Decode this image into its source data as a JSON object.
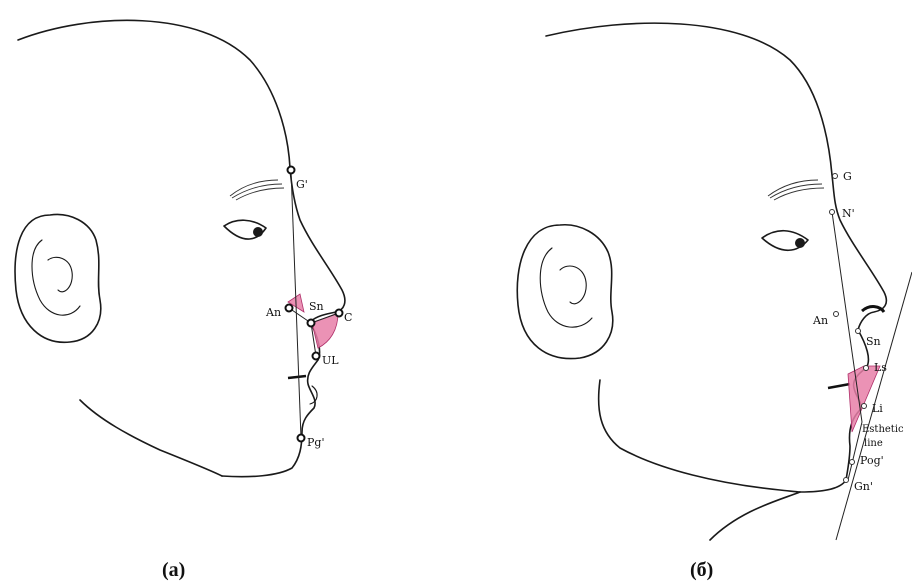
{
  "panel_a": {
    "caption": "(а)",
    "landmarks": {
      "g_prime": "G'",
      "an": "An",
      "sn": "Sn",
      "c": "C",
      "ul": "UL",
      "pg_prime": "Pg'"
    }
  },
  "panel_b": {
    "caption": "(б)",
    "landmarks": {
      "g": "G",
      "n_prime": "N'",
      "an": "An",
      "sn": "Sn",
      "ls": "Ls",
      "li": "Li",
      "esthetic_line_1": "Esthetic",
      "esthetic_line_2": "line",
      "pog_prime": "Pog'",
      "gn_prime": "Gn'"
    }
  },
  "colors": {
    "outline": "#1a1a1a",
    "highlight": "#e77fa8"
  }
}
